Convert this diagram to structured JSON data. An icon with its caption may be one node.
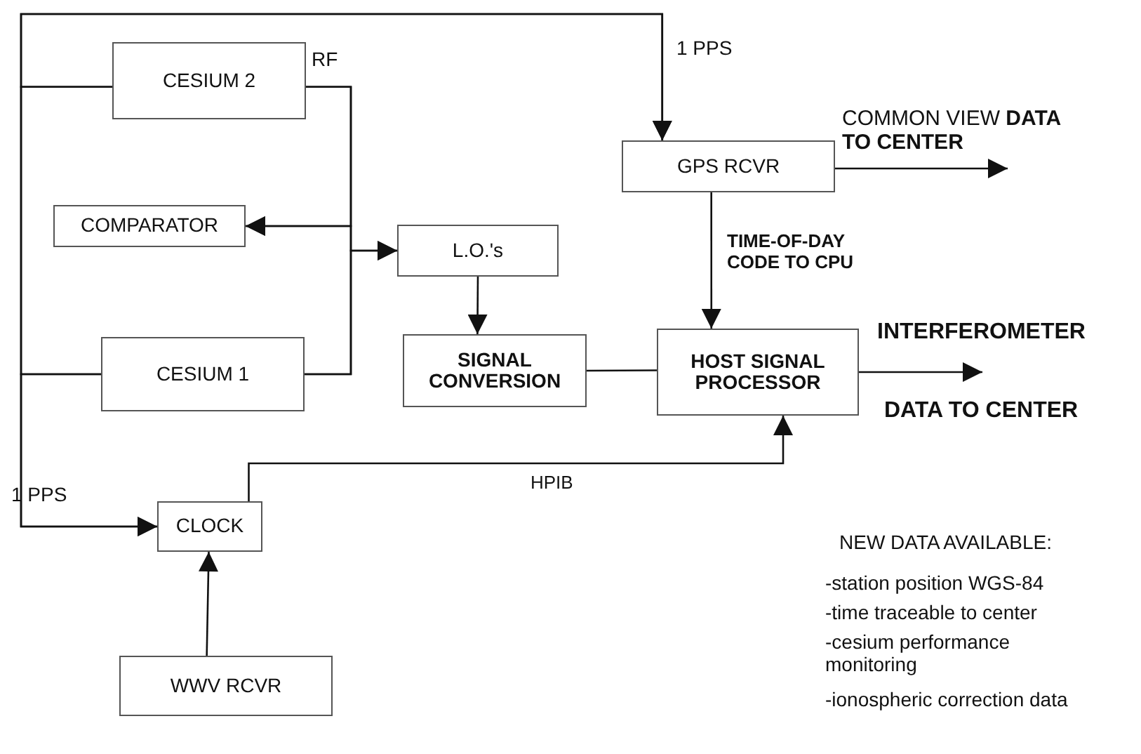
{
  "diagram": {
    "nodes": [
      {
        "text": [
          "CESIUM 2"
        ]
      },
      {
        "text": [
          "COMPARATOR"
        ]
      },
      {
        "text": [
          "L.O.'s"
        ]
      },
      {
        "text": [
          "CESIUM 1"
        ]
      },
      {
        "text": [
          "SIGNAL CONVERSION"
        ]
      },
      {
        "text": [
          "GPS RCVR"
        ]
      },
      {
        "text": [
          "HOST SIGNAL PROCESSOR"
        ]
      },
      {
        "text": [
          "CLOCK"
        ]
      },
      {
        "text": [
          "WWV RCVR"
        ]
      }
    ],
    "edges": [
      {
        "from": 0,
        "to": 5,
        "arrow": "to"
      },
      {
        "from": 3,
        "to": 5,
        "arrow": "to"
      },
      {
        "from": 0,
        "to": 7,
        "arrow": "to"
      },
      {
        "from": 3,
        "to": 7,
        "arrow": "to"
      },
      {
        "from": 0,
        "to": 1,
        "arrow": "to"
      },
      {
        "from": 3,
        "to": 1,
        "arrow": "to"
      },
      {
        "from": 0,
        "to": 2,
        "arrow": "to"
      },
      {
        "from": 3,
        "to": 2,
        "arrow": "to"
      },
      {
        "from": 2,
        "to": 4,
        "arrow": "to"
      },
      {
        "from": 4,
        "to": 6,
        "arrow": "none"
      },
      {
        "from": 5,
        "to": 6,
        "arrow": "to",
        "label": "TIME-OF-DAY CODE TO CPU"
      },
      {
        "from": 7,
        "to": 6,
        "arrow": "to",
        "label": "HPIB"
      },
      {
        "from": 8,
        "to": 7,
        "arrow": "to"
      },
      {
        "from": 5,
        "to": null,
        "arrow": "to",
        "label": "COMMON VIEW **DATA TO CENTER**"
      },
      {
        "from": 6,
        "to": null,
        "arrow": "to"
      }
    ],
    "labels": [
      "RF",
      "1 PPS",
      "INTERFEROMETER",
      "DATA TO CENTER",
      "1 PPS",
      "NEW DATA AVAILABLE:",
      "-station position WGS-84",
      "-time traceable to center",
      "-cesium performance monitoring",
      "-ionospheric correction data"
    ]
  }
}
